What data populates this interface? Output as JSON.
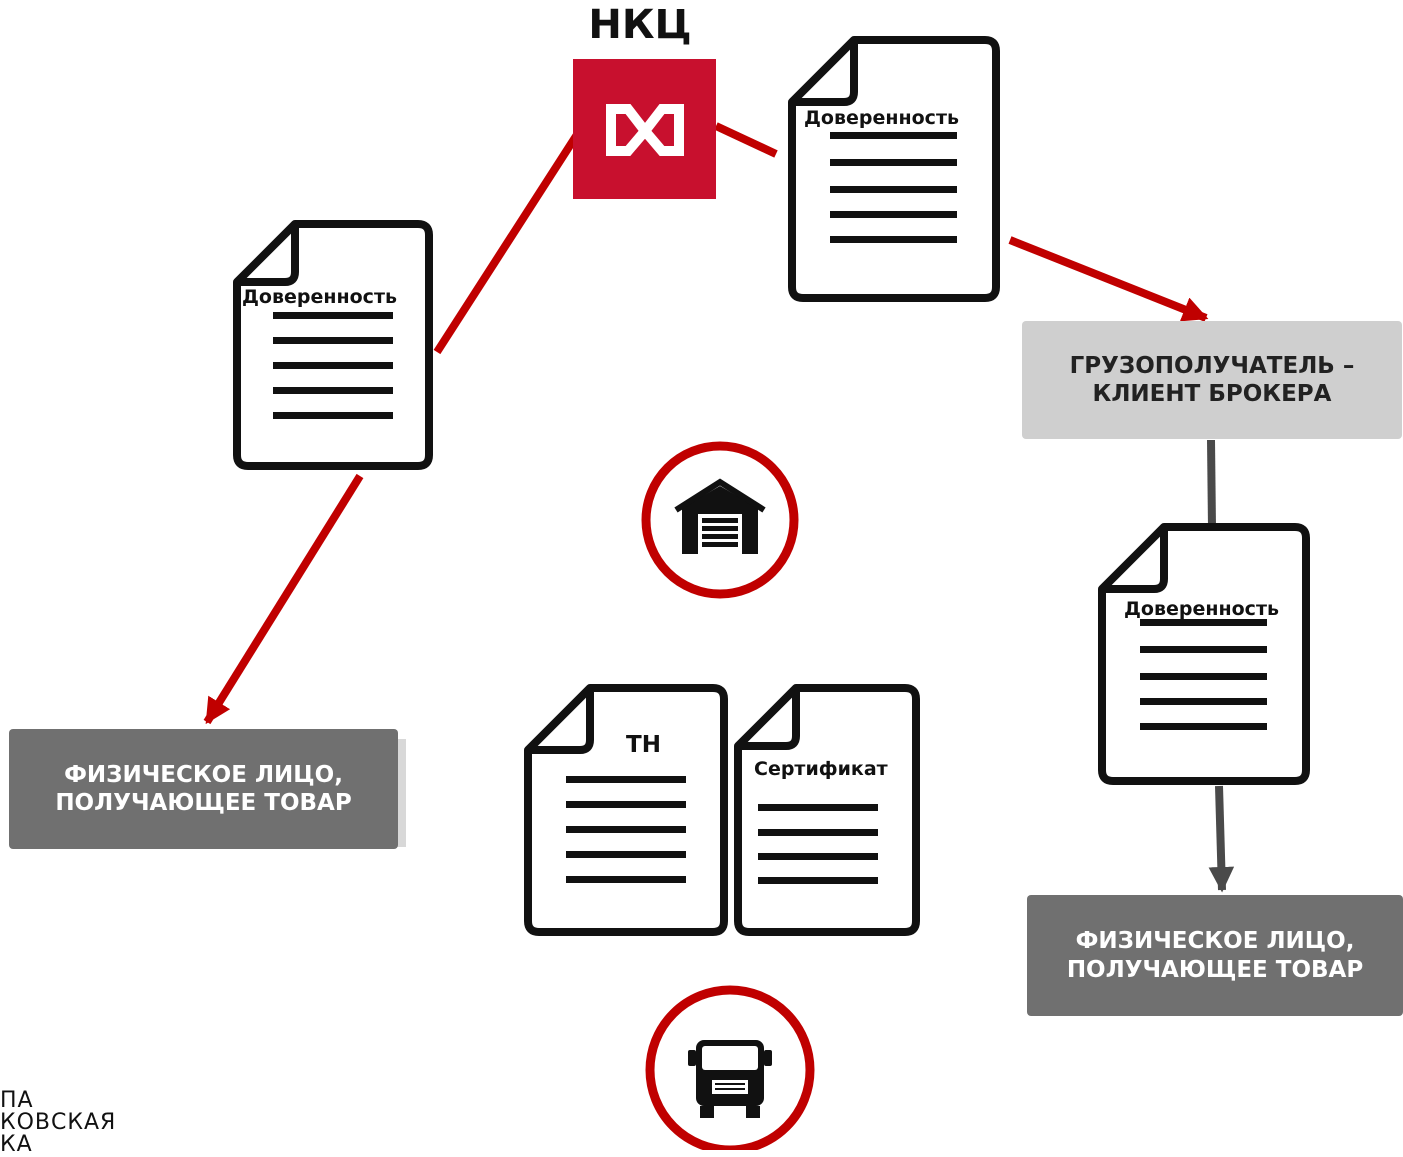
{
  "nkc": {
    "title": "НКЦ"
  },
  "documents": {
    "left": "Доверенность",
    "top_right": "Доверенность",
    "right": "Доверенность",
    "tn": "ТН",
    "certificate": "Сертификат"
  },
  "boxes": {
    "consignee": "ГРУЗОПОЛУЧАТЕЛЬ –\nКЛИЕНТ БРОКЕРА",
    "individual_left": "ФИЗИЧЕСКОЕ ЛИЦО,\nПОЛУЧАЮЩЕЕ ТОВАР",
    "individual_right": "ФИЗИЧЕСКОЕ ЛИЦО,\nПОЛУЧАЮЩЕЕ ТОВАР"
  },
  "icons": {
    "nkc_logo": "moex-logo-icon",
    "warehouse": "warehouse-icon",
    "truck": "truck-icon"
  },
  "colors": {
    "accent_red": "#c8102e",
    "arrow_red": "#c00000",
    "arrow_grey": "#4a4a4a",
    "box_light": "#cfcfcf",
    "box_dark": "#707070"
  },
  "footer_logo": {
    "line1": "ПА",
    "line2": "КОВСКАЯ",
    "line3": "КА"
  }
}
